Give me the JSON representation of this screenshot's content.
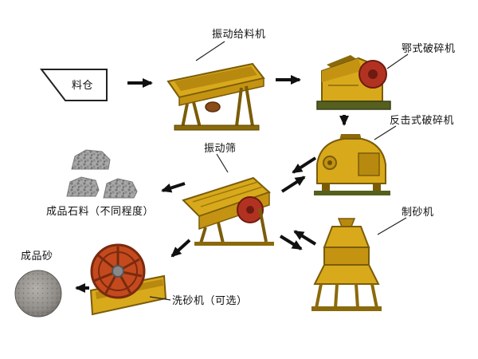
{
  "diagram_type": "production-line-flow",
  "colors": {
    "background": "#ffffff",
    "machine_body": "#d9a91c",
    "machine_shade": "#b8890f",
    "machine_outline": "#7a5c08",
    "wheel_red": "#b23222",
    "washer_wheel_red": "#c44a1e",
    "base_olive": "#55601e",
    "arrow_black": "#111111",
    "stone_gray": "#a8a8a8",
    "text_black": "#111111"
  },
  "nodes": {
    "hopper": {
      "label": "料仓"
    },
    "feeder": {
      "label": "振动给料机"
    },
    "jaw_crusher": {
      "label": "鄂式破碎机"
    },
    "impact_crusher": {
      "label": "反击式破碎机"
    },
    "vibrating_screen": {
      "label": "振动筛"
    },
    "sand_maker": {
      "label": "制砂机"
    },
    "sand_washer": {
      "label": "洗砂机（可选）"
    },
    "finished_stone": {
      "label": "成品石料（不同程度）"
    },
    "finished_sand": {
      "label": "成品砂"
    }
  },
  "edges": [
    {
      "from": "料仓",
      "to": "振动给料机",
      "bidirectional": false
    },
    {
      "from": "振动给料机",
      "to": "鄂式破碎机",
      "bidirectional": false
    },
    {
      "from": "鄂式破碎机",
      "to": "反击式破碎机",
      "bidirectional": false
    },
    {
      "from": "反击式破碎机",
      "to": "振动筛",
      "bidirectional": true
    },
    {
      "from": "振动筛",
      "to": "制砂机",
      "bidirectional": true
    },
    {
      "from": "振动筛",
      "to": "成品石料（不同程度）",
      "bidirectional": false
    },
    {
      "from": "振动筛",
      "to": "洗砂机（可选）",
      "bidirectional": false
    },
    {
      "from": "洗砂机（可选）",
      "to": "成品砂",
      "bidirectional": false
    }
  ]
}
